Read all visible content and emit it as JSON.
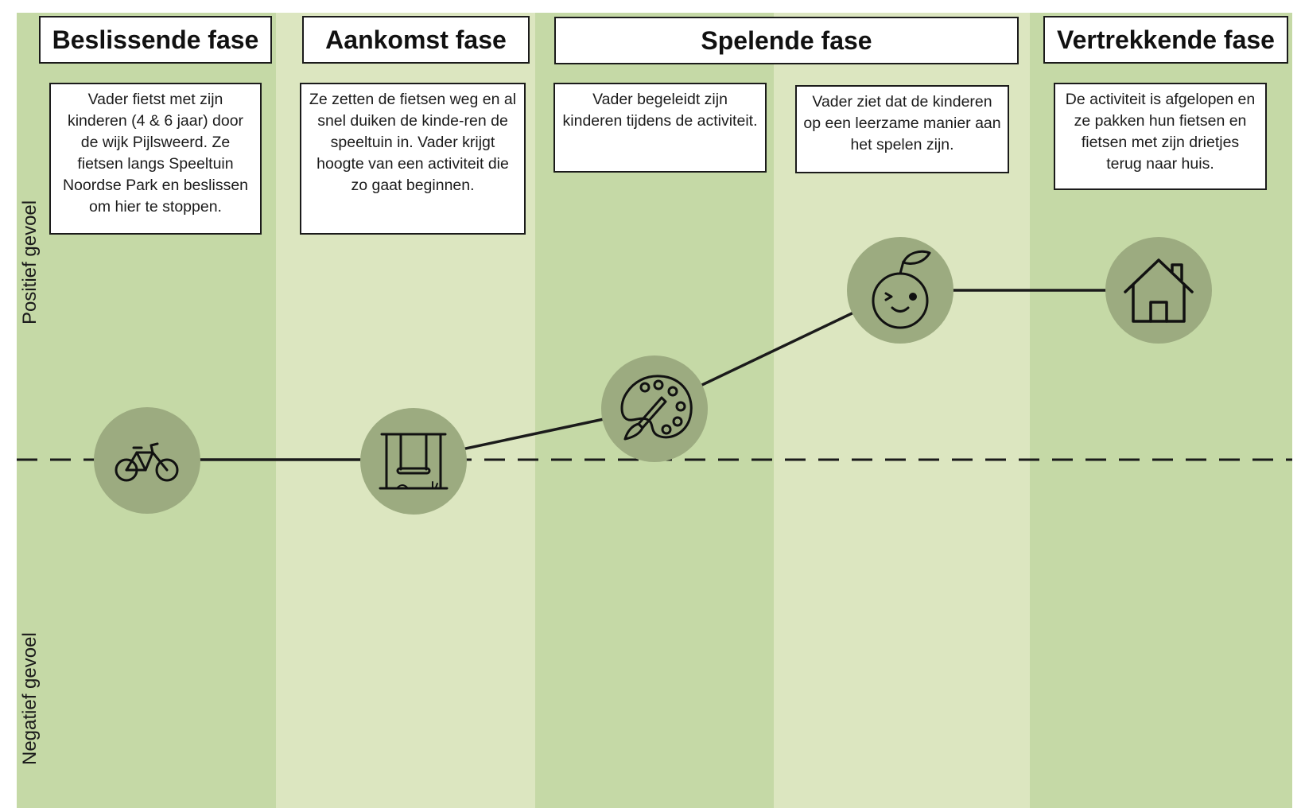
{
  "colors": {
    "band_dark": "#c5d9a6",
    "band_light": "#dce6c0",
    "node_fill": "#9cab80",
    "line": "#1b1b1b"
  },
  "axis": {
    "positive_label": "Positief gevoel",
    "negative_label": "Negatief gevoel"
  },
  "phases": [
    {
      "title": "Beslissende fase"
    },
    {
      "title": "Aankomst fase"
    },
    {
      "title": "Spelende fase"
    },
    {
      "title": "Vertrekkende fase"
    }
  ],
  "steps": [
    {
      "description": "Vader fietst met zijn kinderen (4 & 6 jaar) door de wijk Pijlsweerd. Ze fietsen langs Speeltuin Noordse Park en beslissen om hier te stoppen.",
      "icon": "bicycle-icon",
      "emotion": "neutral"
    },
    {
      "description": "Ze zetten de fietsen weg en al snel duiken de kinde-ren de speeltuin in. Vader krijgt hoogte van een activiteit die zo gaat beginnen.",
      "icon": "swing-icon",
      "emotion": "neutral"
    },
    {
      "description": "Vader begeleidt zijn kinderen tijdens de activiteit.",
      "icon": "paint-palette-icon",
      "emotion": "slightly positive"
    },
    {
      "description": "Vader ziet dat de kinderen op een leerzame manier aan het spelen zijn.",
      "icon": "winking-apple-icon",
      "emotion": "positive"
    },
    {
      "description": "De activiteit is afgelopen en ze pakken hun fietsen en fietsen met zijn drietjes terug naar huis.",
      "icon": "house-icon",
      "emotion": "positive"
    }
  ]
}
